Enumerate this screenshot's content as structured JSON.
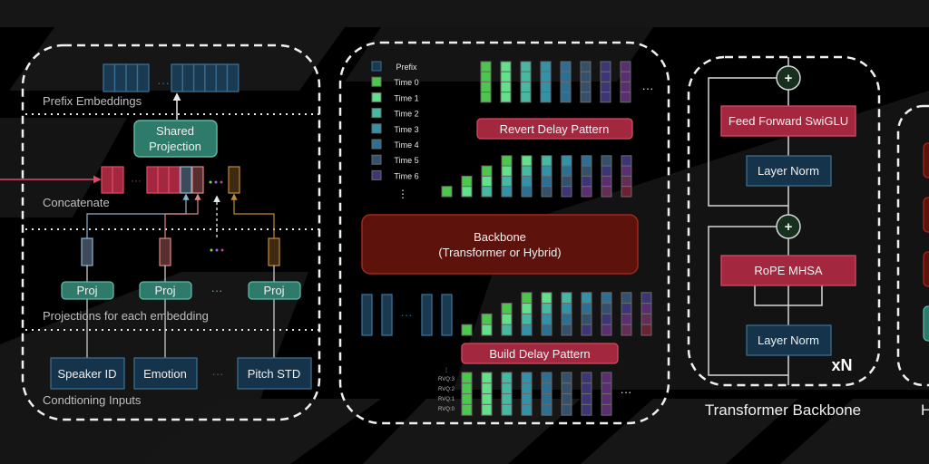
{
  "colors": {
    "background": "#000000",
    "bg_shape": "#161616",
    "prefix": "#1a3a52",
    "prefix_stroke": "#3a6f93",
    "red_box": "#a3283f",
    "red_box_stroke": "#d44a62",
    "teal_box": "#2e7a6b",
    "teal_box_stroke": "#5fb8a4",
    "navy_box": "#15334a",
    "navy_box_stroke": "#3b6d8e",
    "backbone_fill": "#5e120c",
    "backbone_stroke": "#a0281c",
    "plus_fill": "#17301d",
    "line": "#d8d8d8",
    "time_colors": [
      "#4cc64c",
      "#62e08a",
      "#46b9a2",
      "#3392a8",
      "#2d6f92",
      "#35506a",
      "#3c3676",
      "#5a2f72"
    ],
    "delay_extra": [
      "#632d55",
      "#6b2234"
    ],
    "speaker": "#3c4a5a",
    "speaker_stroke": "#8fb3cf",
    "emotion": "#5a2e2e",
    "emotion_stroke": "#d9898a",
    "pitch": "#3d2a10",
    "pitch_stroke": "#c08a3a"
  },
  "conditioning_panel": {
    "sections": {
      "prefix_embeddings": "Prefix Embeddings",
      "concatenate": "Concatenate",
      "projections": "Projections for each embedding",
      "inputs": "Condtioning Inputs"
    },
    "shared_projection": [
      "Shared",
      "Projection"
    ],
    "proj_label": "Proj",
    "inputs": [
      "Speaker ID",
      "Emotion",
      "Pitch STD"
    ],
    "ellipsis": "···"
  },
  "delay_panel": {
    "legend": [
      "Prefix",
      "Time 0",
      "Time 1",
      "Time 2",
      "Time 3",
      "Time 4",
      "Time 5",
      "Time 6"
    ],
    "legend_more": "⋮",
    "revert_label": "Revert Delay Pattern",
    "build_label": "Build Delay Pattern",
    "backbone_title": "Backbone",
    "backbone_subtitle": "(Transformer or Hybrid)",
    "rvq_labels": [
      "RVQ:3",
      "RVQ:2",
      "RVQ:1",
      "RVQ:0"
    ],
    "rvq_more": "⋮",
    "ellipsis": "···"
  },
  "transformer_panel": {
    "feed_forward": "Feed Forward SwiGLU",
    "layer_norm_top": "Layer Norm",
    "mhsa": "RoPE MHSA",
    "layer_norm_bottom": "Layer Norm",
    "repeat": "xN",
    "plus": "+",
    "caption": "Transformer Backbone"
  },
  "fourth_panel": {
    "caption": "H"
  }
}
